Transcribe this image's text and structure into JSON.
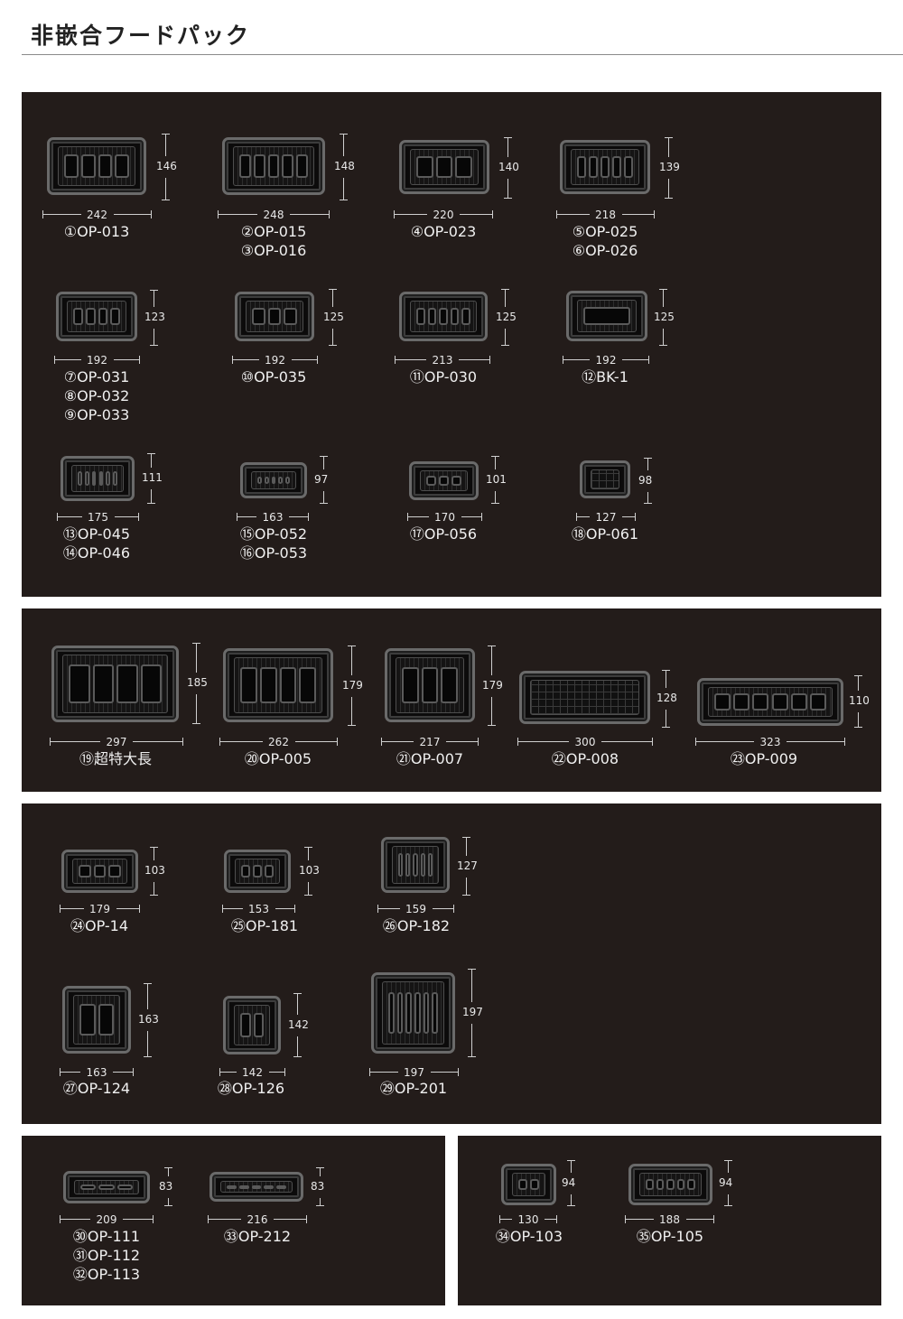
{
  "page_title": "非嵌合フードパック",
  "panels": [
    {
      "items": [
        {
          "w": "242",
          "h": "146",
          "labels": [
            "①OP-013"
          ]
        },
        {
          "w": "248",
          "h": "148",
          "labels": [
            "②OP-015",
            "③OP-016"
          ]
        },
        {
          "w": "220",
          "h": "140",
          "labels": [
            "④OP-023"
          ]
        },
        {
          "w": "218",
          "h": "139",
          "labels": [
            "⑤OP-025",
            "⑥OP-026"
          ]
        },
        {
          "w": "192",
          "h": "123",
          "labels": [
            "⑦OP-031",
            "⑧OP-032",
            "⑨OP-033"
          ]
        },
        {
          "w": "192",
          "h": "125",
          "labels": [
            "⑩OP-035"
          ]
        },
        {
          "w": "213",
          "h": "125",
          "labels": [
            "⑪OP-030"
          ]
        },
        {
          "w": "192",
          "h": "125",
          "labels": [
            "⑫BK-1"
          ]
        },
        {
          "w": "175",
          "h": "111",
          "labels": [
            "⑬OP-045",
            "⑭OP-046"
          ]
        },
        {
          "w": "163",
          "h": "97",
          "labels": [
            "⑮OP-052",
            "⑯OP-053"
          ]
        },
        {
          "w": "170",
          "h": "101",
          "labels": [
            "⑰OP-056"
          ]
        },
        {
          "w": "127",
          "h": "98",
          "labels": [
            "⑱OP-061"
          ]
        }
      ]
    },
    {
      "items": [
        {
          "w": "297",
          "h": "185",
          "labels": [
            "⑲超特大長"
          ]
        },
        {
          "w": "262",
          "h": "179",
          "labels": [
            "⑳OP-005"
          ]
        },
        {
          "w": "217",
          "h": "179",
          "labels": [
            "㉑OP-007"
          ]
        },
        {
          "w": "300",
          "h": "128",
          "labels": [
            "㉒OP-008"
          ]
        },
        {
          "w": "323",
          "h": "110",
          "labels": [
            "㉓OP-009"
          ]
        }
      ]
    },
    {
      "items": [
        {
          "w": "179",
          "h": "103",
          "labels": [
            "㉔OP-14"
          ]
        },
        {
          "w": "153",
          "h": "103",
          "labels": [
            "㉕OP-181"
          ]
        },
        {
          "w": "159",
          "h": "127",
          "labels": [
            "㉖OP-182"
          ]
        },
        {
          "w": "163",
          "h": "163",
          "labels": [
            "㉗OP-124"
          ]
        },
        {
          "w": "142",
          "h": "142",
          "labels": [
            "㉘OP-126"
          ]
        },
        {
          "w": "197",
          "h": "197",
          "labels": [
            "㉙OP-201"
          ]
        }
      ]
    },
    {
      "items": [
        {
          "w": "209",
          "h": "83",
          "labels": [
            "㉚OP-111",
            "㉛OP-112",
            "㉜OP-113"
          ]
        },
        {
          "w": "216",
          "h": "83",
          "labels": [
            "㉝OP-212"
          ]
        }
      ]
    },
    {
      "items": [
        {
          "w": "130",
          "h": "94",
          "labels": [
            "㉞OP-103"
          ]
        },
        {
          "w": "188",
          "h": "94",
          "labels": [
            "㉟OP-105"
          ]
        }
      ]
    }
  ]
}
